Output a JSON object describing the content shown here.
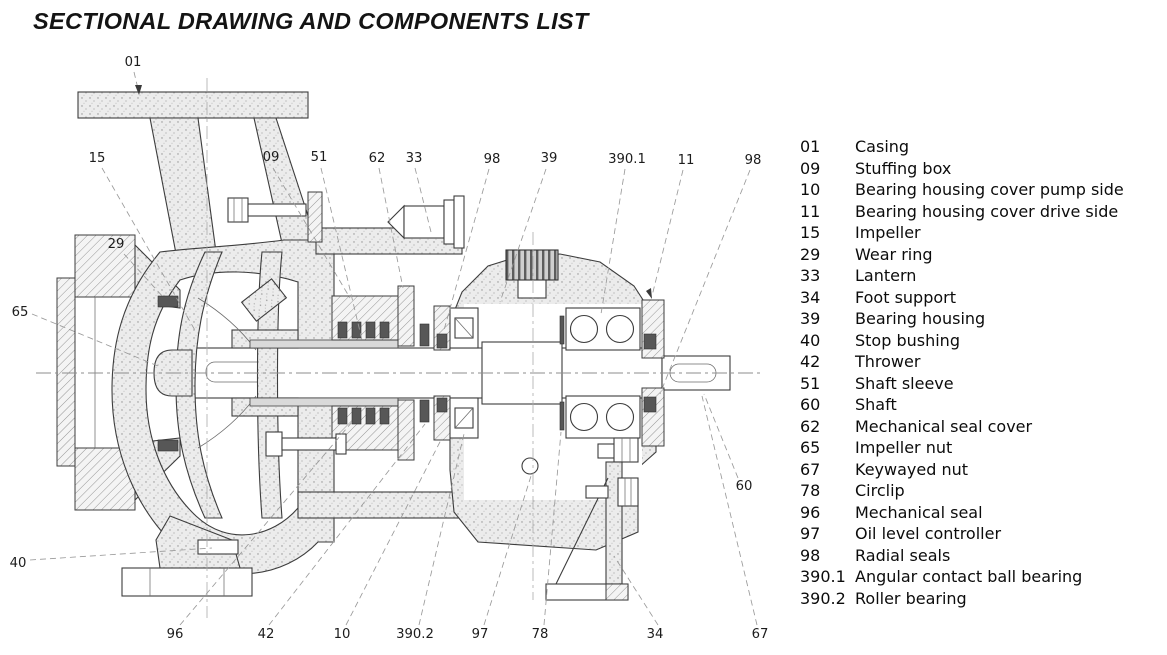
{
  "title": "SECTIONAL DRAWING AND COMPONENTS LIST",
  "diagram": {
    "type": "sectional-drawing",
    "subject": "End-suction centrifugal pump cross-section",
    "callouts": [
      {
        "label": "01",
        "part": "Casing"
      },
      {
        "label": "15",
        "part": "Impeller"
      },
      {
        "label": "29",
        "part": "Wear ring"
      },
      {
        "label": "09",
        "part": "Stuffing box"
      },
      {
        "label": "51",
        "part": "Shaft sleeve"
      },
      {
        "label": "62",
        "part": "Mechanical seal cover"
      },
      {
        "label": "33",
        "part": "Lantern"
      },
      {
        "label": "98",
        "part": "Radial seals"
      },
      {
        "label": "39",
        "part": "Bearing housing"
      },
      {
        "label": "390.1",
        "part": "Angular contact ball bearing"
      },
      {
        "label": "11",
        "part": "Bearing housing cover drive side"
      },
      {
        "label": "98",
        "part": "Radial seals"
      },
      {
        "label": "65",
        "part": "Impeller nut"
      },
      {
        "label": "40",
        "part": "Stop bushing"
      },
      {
        "label": "60",
        "part": "Shaft"
      },
      {
        "label": "96",
        "part": "Mechanical seal"
      },
      {
        "label": "42",
        "part": "Thrower"
      },
      {
        "label": "10",
        "part": "Bearing housing cover pump side"
      },
      {
        "label": "390.2",
        "part": "Roller bearing"
      },
      {
        "label": "97",
        "part": "Oil level controller"
      },
      {
        "label": "78",
        "part": "Circlip"
      },
      {
        "label": "34",
        "part": "Foot support"
      },
      {
        "label": "67",
        "part": "Keywayed nut"
      }
    ]
  },
  "parts_list": {
    "rows": [
      {
        "no": "01",
        "name": "Casing"
      },
      {
        "no": "09",
        "name": "Stuffing box"
      },
      {
        "no": "10",
        "name": "Bearing housing cover pump side"
      },
      {
        "no": "11",
        "name": "Bearing housing cover drive side"
      },
      {
        "no": "15",
        "name": "Impeller"
      },
      {
        "no": "29",
        "name": "Wear ring"
      },
      {
        "no": "33",
        "name": "Lantern"
      },
      {
        "no": "34",
        "name": "Foot support"
      },
      {
        "no": "39",
        "name": "Bearing housing"
      },
      {
        "no": "40",
        "name": "Stop bushing"
      },
      {
        "no": "42",
        "name": "Thrower"
      },
      {
        "no": "51",
        "name": "Shaft sleeve"
      },
      {
        "no": "60",
        "name": "Shaft"
      },
      {
        "no": "62",
        "name": "Mechanical seal cover"
      },
      {
        "no": "65",
        "name": "Impeller nut"
      },
      {
        "no": "67",
        "name": "Keywayed nut"
      },
      {
        "no": "78",
        "name": "Circlip"
      },
      {
        "no": "96",
        "name": "Mechanical seal"
      },
      {
        "no": "97",
        "name": "Oil level controller"
      },
      {
        "no": "98",
        "name": "Radial seals"
      },
      {
        "no": "390.1",
        "name": "Angular contact ball bearing"
      },
      {
        "no": "390.2",
        "name": "Roller bearing"
      }
    ]
  }
}
